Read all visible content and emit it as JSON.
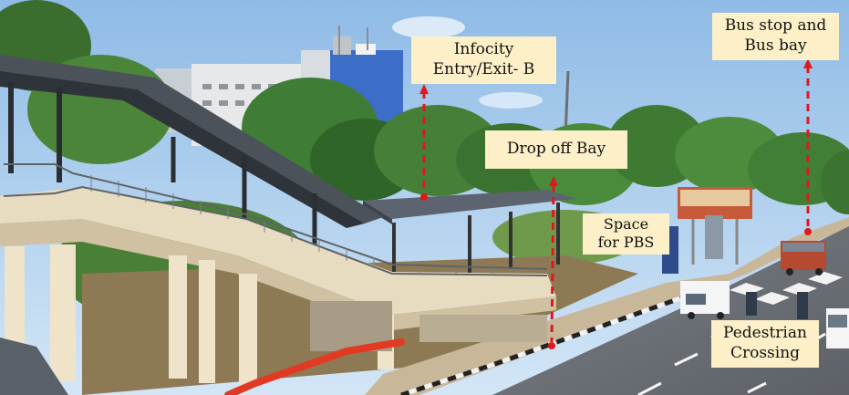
{
  "annotations": {
    "infocity_entry": [
      "Infocity",
      "Entry/Exit- B"
    ],
    "bus_stop": [
      "Bus stop and",
      "Bus bay"
    ],
    "drop_off": [
      "Drop off Bay"
    ],
    "pbs_space": [
      "Space",
      "for PBS"
    ],
    "pedestrian_crossing": [
      "Pedestrian",
      "Crossing"
    ]
  },
  "colors": {
    "label_background": "#fdf0c8",
    "marker_line": "#e0181c",
    "sky": "#a9cdef",
    "foliage": "#3f7d36",
    "road": "#6f7379",
    "building_blue": "#3c6ec8",
    "pipe": "#e23a22"
  }
}
